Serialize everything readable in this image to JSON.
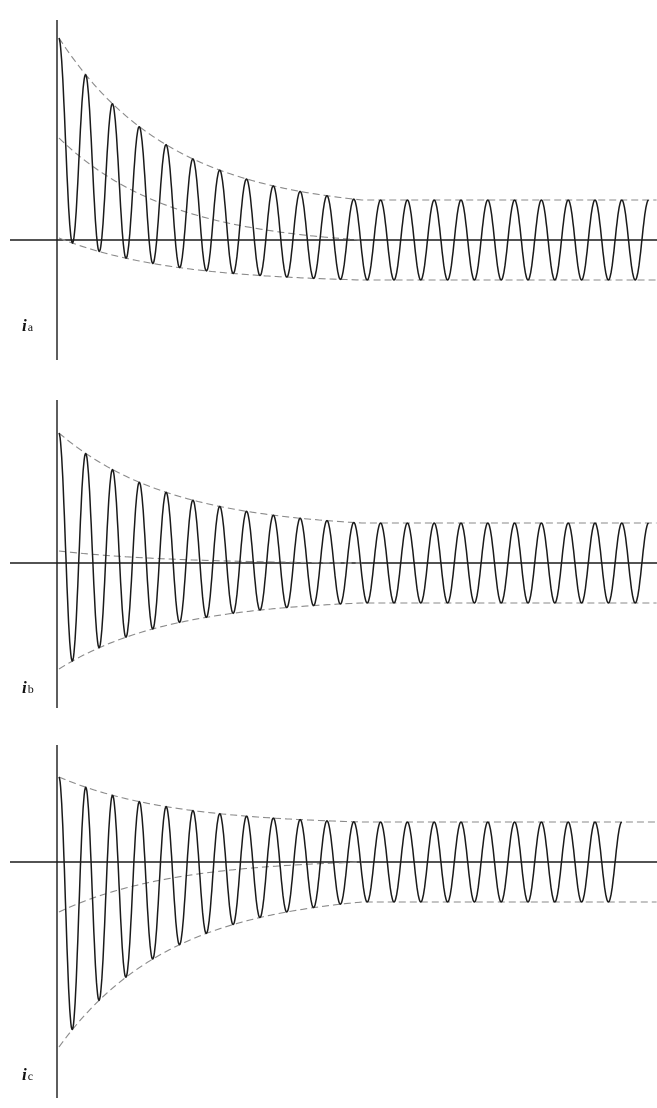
{
  "chart_data": [
    {
      "type": "line",
      "label": "i",
      "subscript": "a",
      "envelope": {
        "initial_amplitude": 100,
        "steady_amplitude": 40,
        "dc_offset_initial": 102,
        "settling_cycles": 11.3
      },
      "cycles": 22,
      "grid": false
    },
    {
      "type": "line",
      "label": "i",
      "subscript": "b",
      "envelope": {
        "initial_amplitude": 118,
        "steady_amplitude": 40,
        "dc_offset_initial": 12,
        "settling_cycles": 11.3
      },
      "cycles": 22,
      "grid": false
    },
    {
      "type": "line",
      "label": "i",
      "subscript": "c",
      "envelope": {
        "initial_amplitude": 135,
        "steady_amplitude": 40,
        "dc_offset_initial": -50,
        "settling_cycles": 11.3
      },
      "cycles": 21,
      "grid": false
    }
  ]
}
